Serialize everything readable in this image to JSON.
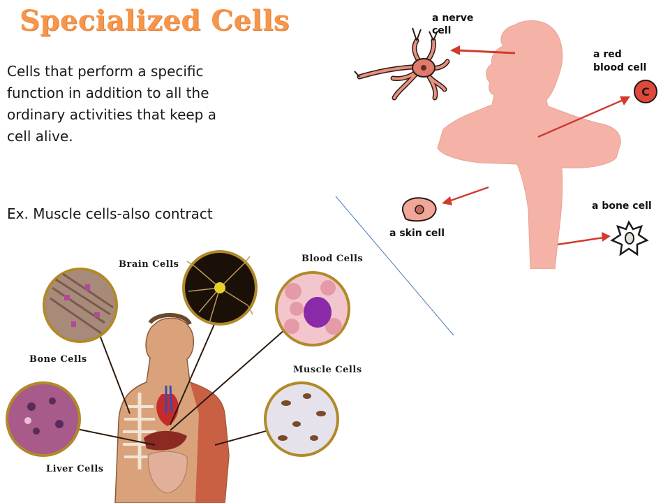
{
  "slide": {
    "title": "Specialized Cells",
    "definition": "Cells that perform a specific function in addition to all the ordinary activities that keep a cell alive.",
    "example": "Ex. Muscle cells-also contract"
  },
  "figure_top": {
    "nerve_label": [
      "a nerve",
      "cell"
    ],
    "red_label": [
      "a red",
      "blood cell"
    ],
    "skin_label": "a skin cell",
    "bone_label": "a bone cell",
    "red_cell_letter": "C"
  },
  "figure_bottom": {
    "brain": "Brain Cells",
    "blood": "Blood Cells",
    "bone": "Bone Cells",
    "muscle": "Muscle Cells",
    "liver": "Liver Cells"
  },
  "colors": {
    "title": "#f7954a",
    "body_fill": "#f5b3a8",
    "arrow": "#d23a2e",
    "divider": "#4a7ab5"
  }
}
